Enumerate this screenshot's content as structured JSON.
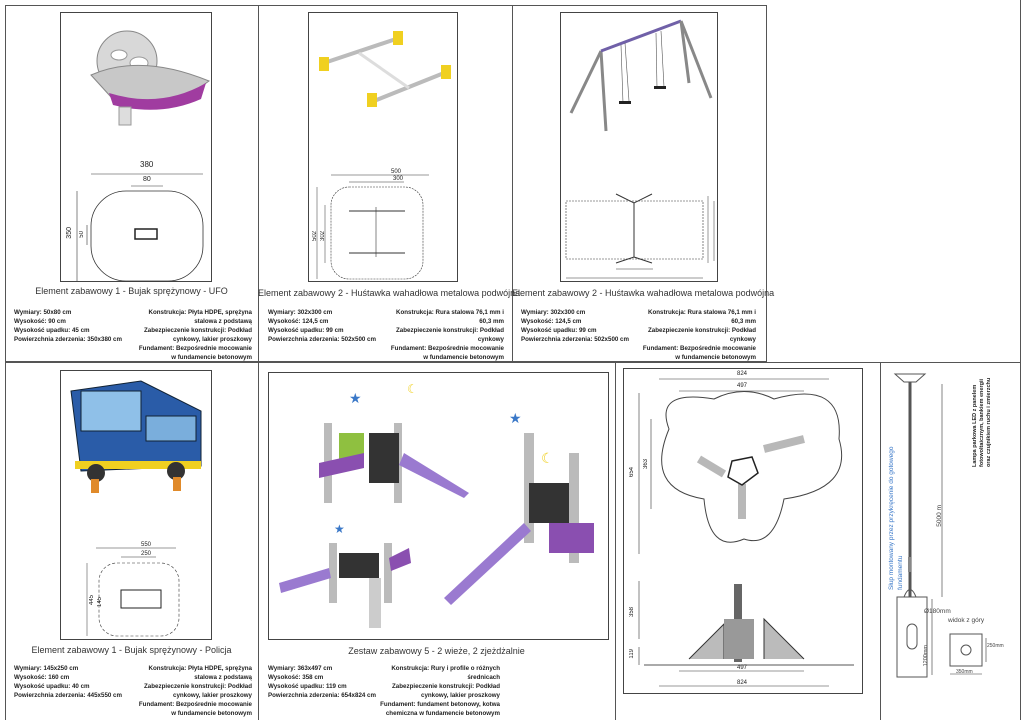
{
  "cards": [
    {
      "caption": "Element zabawowy 1 - Bujak sprężynowy - UFO",
      "left": [
        "Wymiary: 50x80 cm",
        "Wysokość: 90 cm",
        "Wysokość upadku: 45 cm",
        "Powierzchnia zderzenia: 350x380 cm"
      ],
      "right": [
        "Konstrukcja: Płyta HDPE, sprężyna",
        "stalowa z podstawą",
        "Zabezpieczenie konstrukcji: Podkład",
        "cynkowy, lakier proszkowy",
        "Fundament: Bezpośrednie mocowanie",
        "w fundamencie betonowym"
      ],
      "dims": {
        "outer_w": "380",
        "inner_w": "80",
        "outer_h": "350",
        "inner_h": "50"
      }
    },
    {
      "caption": "Element zabawowy 2 - Huśtawka wahadłowa metalowa podwójna",
      "left": [
        "Wymiary: 302x300 cm",
        "Wysokość: 124,5 cm",
        "Wysokość upadku: 99 cm",
        "Powierzchnia zderzenia: 502x500 cm"
      ],
      "right": [
        "Konstrukcja: Rura stalowa 76,1 mm i",
        "60,3 mm",
        "Zabezpieczenie konstrukcji: Podkład",
        "cynkowy",
        "Fundament: Bezpośrednie mocowanie",
        "w fundamencie betonowym"
      ],
      "dims": {
        "outer_w": "500",
        "inner_w": "300",
        "outer_h": "502",
        "inner_h": "302"
      }
    },
    {
      "caption": "Element zabawowy 2 - Huśtawka wahadłowa metalowa podwójna",
      "left": [
        "Wymiary: 302x300 cm",
        "Wysokość: 124,5 cm",
        "Wysokość upadku: 99 cm",
        "Powierzchnia zderzenia: 502x500 cm"
      ],
      "right": [
        "Konstrukcja: Rura stalowa 76,1 mm i",
        "60,3 mm",
        "Zabezpieczenie konstrukcji: Podkład",
        "cynkowy",
        "Fundament: Bezpośrednie mocowanie",
        "w fundamencie betonowym"
      ]
    },
    {
      "caption": "Element zabawowy 1 - Bujak sprężynowy - Policja",
      "left": [
        "Wymiary: 145x250 cm",
        "Wysokość: 160 cm",
        "Wysokość upadku: 40 cm",
        "Powierzchnia zderzenia: 445x550 cm"
      ],
      "right": [
        "Konstrukcja: Płyta HDPE, sprężyna",
        "stalowa z podstawą",
        "Zabezpieczenie konstrukcji: Podkład",
        "cynkowy, lakier proszkowy",
        "Fundament: Bezpośrednie mocowanie",
        "w fundamencie betonowym"
      ],
      "dims": {
        "outer_w": "550",
        "inner_w": "250",
        "outer_h": "445",
        "inner_h": "145"
      }
    },
    {
      "caption": "Zestaw zabawowy 5 - 2 wieże, 2 zjeżdżalnie",
      "left": [
        "Wymiary: 363x497 cm",
        "Wysokość: 358 cm",
        "Wysokość upadku: 119 cm",
        "Powierzchnia zderzenia: 654x824 cm"
      ],
      "right": [
        "Konstrukcja: Rury i profile o różnych",
        "średnicach",
        "Zabezpieczenie konstrukcji: Podkład",
        "cynkowy, lakier proszkowy",
        "Fundament:  fundament betonowy, kotwa",
        "chemiczna w fundamencie betonowym"
      ]
    }
  ],
  "site_plan": {
    "top_outer": "824",
    "top_inner": "497",
    "left_outer": "654",
    "left_inner": "363",
    "height": "358",
    "fall": "119",
    "bottom_inner": "497",
    "bottom_outer": "824"
  },
  "lamp": {
    "mount_note": "Słup montowany przez przykręcenie do gotowego fundamentu",
    "description": "Lampa parkowa LED z panelem fotowoltaicznym, bankiem energii oraz czujnikiem ruchu i zmierzchu",
    "height": "5000 m",
    "diameter": "Ø180mm",
    "top_view": "widok z góry",
    "base_h": "1200mm",
    "plate_h": "250mm",
    "plate_w": "350mm"
  },
  "colors": {
    "purple": "#8a4fb0",
    "blue": "#3a78c8",
    "yellow": "#f0d020",
    "orange": "#e08a2a",
    "grey": "#b0b0b0"
  }
}
